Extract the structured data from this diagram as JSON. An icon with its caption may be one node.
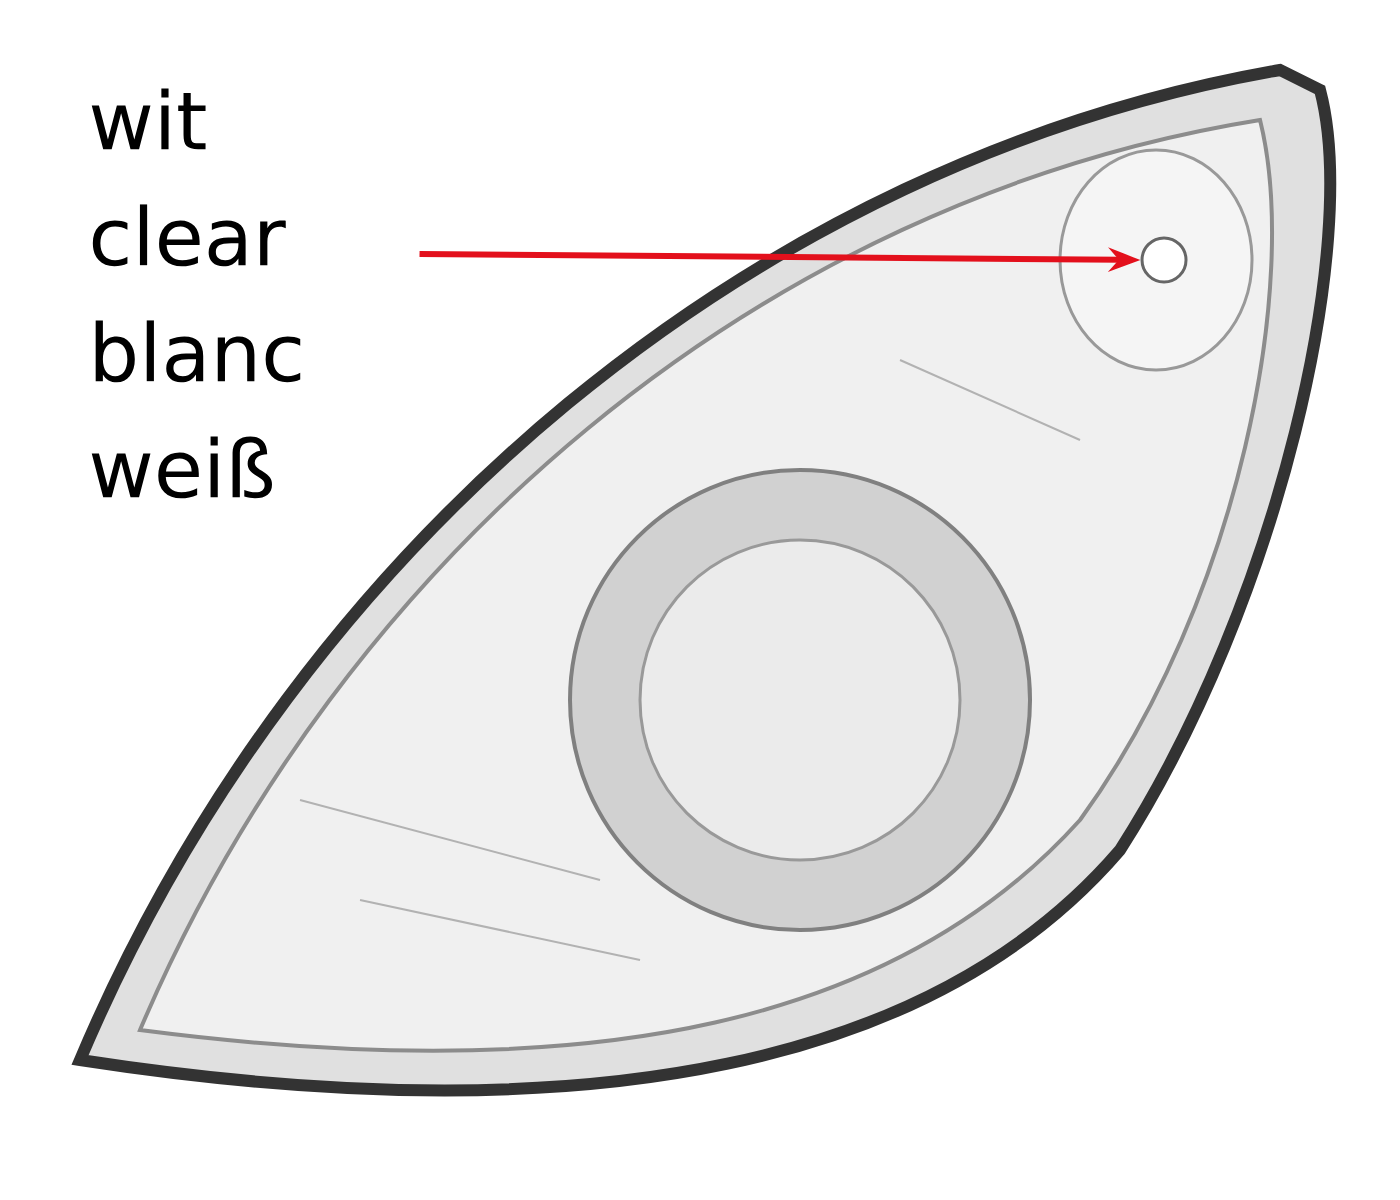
{
  "diagram": {
    "nodes": [
      {
        "text": [
          "wit",
          "clear",
          "blanc",
          "weiß"
        ]
      },
      {
        "text": [],
        "shape": "circle"
      }
    ],
    "edges": [
      {
        "from": 0,
        "to": 1,
        "arrow": "to",
        "color": "#e3101c"
      }
    ]
  }
}
